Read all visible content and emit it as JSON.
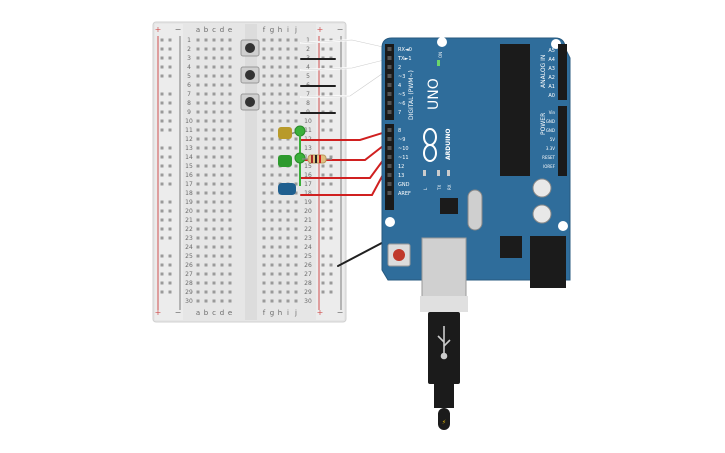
{
  "breadcrumb": {},
  "breadboard": {
    "column_letters_left": [
      "a",
      "b",
      "c",
      "d",
      "e"
    ],
    "column_letters_right": [
      "f",
      "g",
      "h",
      "i",
      "j"
    ],
    "rows": 30,
    "rail_plus": "+",
    "rail_minus": "−"
  },
  "arduino": {
    "model": "UNO",
    "brand": "ARDUINO",
    "digital_header_label": "DIGITAL (PWM~)",
    "analog_header_label": "ANALOG IN",
    "power_header_label": "POWER",
    "on_label": "ON",
    "tx_label": "TX",
    "rx_label": "RX",
    "led_l_label": "L",
    "digital_pins": [
      "RX◄0",
      "TX►1",
      "2",
      "~3",
      "4",
      "~5",
      "~6",
      "7",
      "8",
      "~9",
      "~10",
      "~11",
      "12",
      "13",
      "GND",
      "AREF"
    ],
    "analog_pins": [
      "A5",
      "A4",
      "A3",
      "A2",
      "A1",
      "A0"
    ],
    "power_pins": [
      "Vin",
      "GND",
      "GND",
      "5V",
      "3.3V",
      "RESET",
      "IOREF"
    ]
  },
  "colors": {
    "board_blue": "#2f6d9b",
    "wire_red": "#d02020",
    "wire_white": "#ffffff",
    "wire_black": "#202020",
    "led_yellow": "#b89a2a",
    "led_green": "#2e9a2e",
    "led_blue": "#1f5f8f"
  }
}
